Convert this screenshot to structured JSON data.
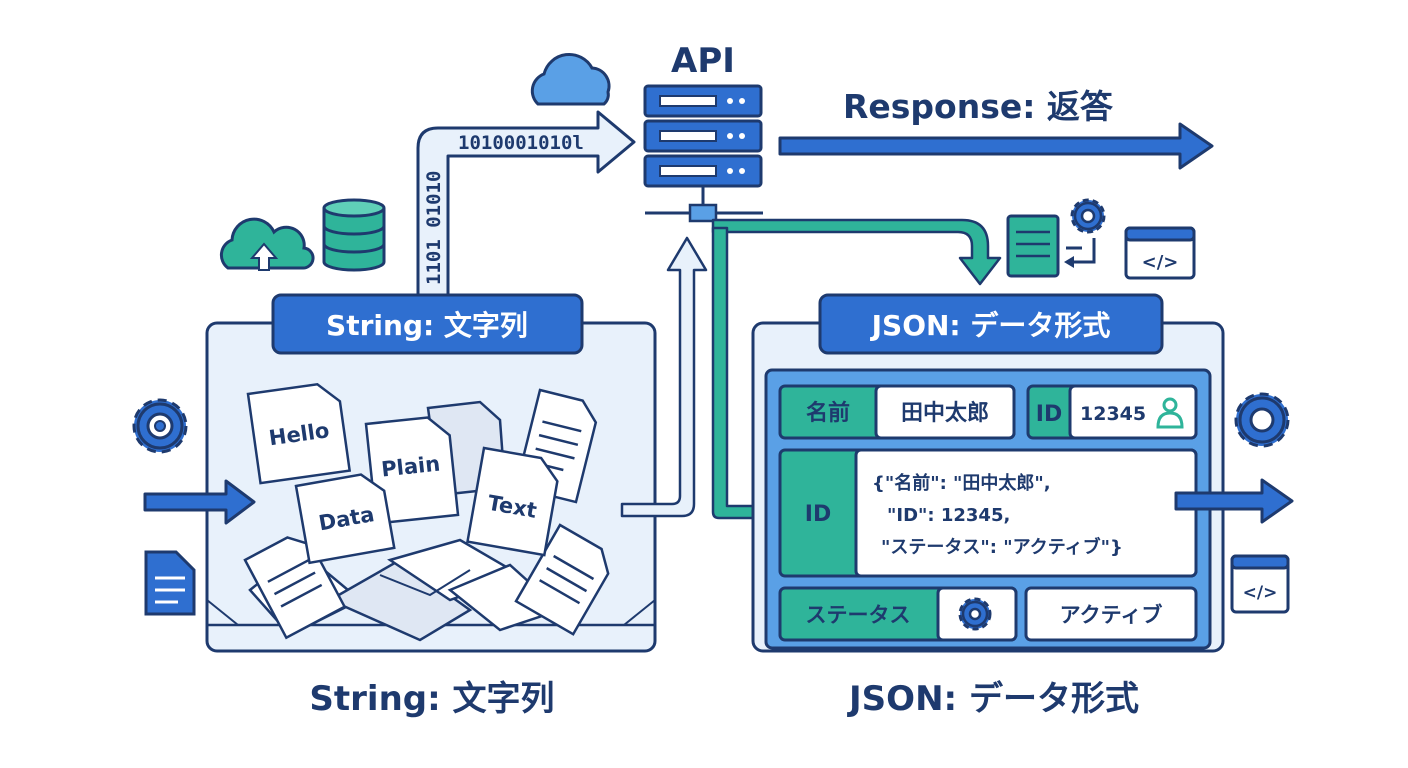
{
  "colors": {
    "navy": "#1e3a6e",
    "blue": "#2f6fd0",
    "light_blue": "#5aa0e6",
    "teal": "#2fb49a",
    "panel_fill": "#e8f1fb",
    "white": "#ffffff"
  },
  "api": {
    "title": "API"
  },
  "response": {
    "label": "Response: 返答"
  },
  "binary": {
    "horizontal": "1010001010l",
    "vertical": "1101 01010"
  },
  "string_panel": {
    "badge": "String: 文字列",
    "caption": "String: 文字列",
    "papers": [
      "Hello",
      "Plain",
      "Data",
      "Text"
    ]
  },
  "json_panel": {
    "badge": "JSON: データ形式",
    "caption": "JSON: データ形式",
    "name_label": "名前",
    "name_value": "田中太郎",
    "id_label": "ID",
    "id_value": "12345",
    "row_id_label": "ID",
    "code_lines": [
      "{\"名前\": \"田中太郎\",",
      "\"ID\": 12345,",
      "\"ステータス\": \"アクティブ\"}"
    ],
    "status_label": "ステータス",
    "status_value": "アクティブ"
  },
  "icons": [
    "cloud-icon",
    "cloud-upload-icon",
    "database-icon",
    "server-icon",
    "gear-icon",
    "document-icon",
    "code-window-icon",
    "user-icon",
    "transfer-arrow-icon"
  ]
}
